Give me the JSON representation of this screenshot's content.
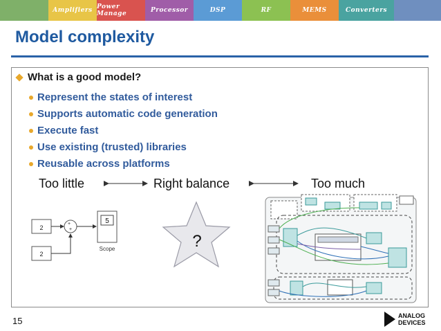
{
  "banner": {
    "segments": [
      {
        "color": "#7fb069"
      },
      {
        "color": "#e8c547",
        "text": "Amplifiers"
      },
      {
        "color": "#d9534f",
        "text": "Power Manage"
      },
      {
        "color": "#a05da8",
        "text": "Processor"
      },
      {
        "color": "#5b9bd5",
        "text": "DSP"
      },
      {
        "color": "#8cc152",
        "text": "RF"
      },
      {
        "color": "#ea8f3a",
        "text": "MEMS"
      },
      {
        "color": "#4aa3a0",
        "text": "Converters"
      },
      {
        "color": "#6f8fbf"
      }
    ]
  },
  "slide": {
    "title": "Model complexity",
    "question": "What is a good model?",
    "bullets": [
      "Represent the states of interest",
      "Supports automatic code generation",
      "Execute fast",
      "Use existing (trusted) libraries",
      "Reusable across platforms"
    ],
    "spectrum": {
      "left": "Too little",
      "middle": "Right balance",
      "right": "Too much"
    },
    "simple_model": {
      "const1": "2",
      "const2": "2",
      "scope_value": "5",
      "scope_label": "Scope"
    },
    "star_mark": "?",
    "page_number": "15"
  },
  "logo": {
    "line1": "ANALOG",
    "line2": "DEVICES"
  },
  "colors": {
    "title": "#1f5aa0",
    "bullet_text": "#315b9c",
    "bullet_marker": "#e8a82c"
  }
}
